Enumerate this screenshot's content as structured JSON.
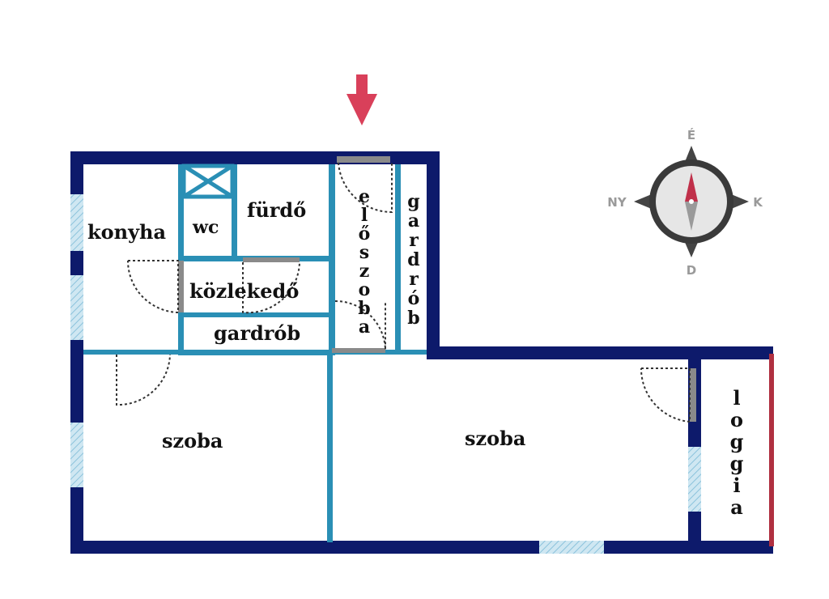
{
  "rooms": {
    "konyha": "konyha",
    "wc": "wc",
    "furdo": "fürdő",
    "eloszoba": "előszoba",
    "gardrob_vertical": "gardrób",
    "kozlekedo": "közlekedő",
    "gardrob_horizontal": "gardrób",
    "szoba_left": "szoba",
    "szoba_right": "szoba",
    "loggia": "loggia"
  },
  "compass": {
    "north": "É",
    "south": "D",
    "east": "K",
    "west": "NY"
  },
  "colors": {
    "outer_wall": "#0d1a6b",
    "inner_wall": "#2a8fb5",
    "window": "#a9d3e6",
    "loggia_rail": "#b03040",
    "entrance_arrow": "#d9405a",
    "door_arc": "#333333",
    "compass_ring": "#444444",
    "compass_needle_north": "#c0304a",
    "compass_needle_south": "#9a9a9a"
  },
  "icons": {
    "entrance": "entrance-arrow-icon",
    "compass": "compass-icon",
    "shaft": "ventilation-shaft-icon"
  }
}
